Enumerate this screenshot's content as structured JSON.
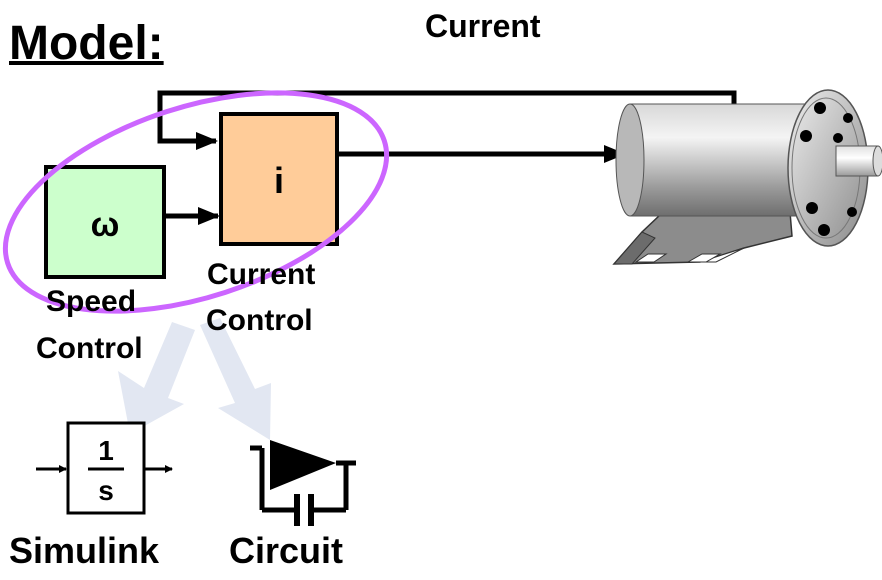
{
  "title": "Model:",
  "signal_label": "Current",
  "blocks": {
    "speed": {
      "symbol": "ω",
      "label_line1": "Speed",
      "label_line2": "Control",
      "color": "#ccffcc"
    },
    "current": {
      "symbol": "i",
      "label_line1": "Current",
      "label_line2": "Control",
      "color": "#ffcc99"
    }
  },
  "highlight_color": "#cc66ff",
  "implementations": {
    "simulink": {
      "numerator": "1",
      "denominator": "s",
      "label": "Simulink"
    },
    "circuit": {
      "label": "Circuit"
    }
  },
  "motor_icon": "electric-motor"
}
